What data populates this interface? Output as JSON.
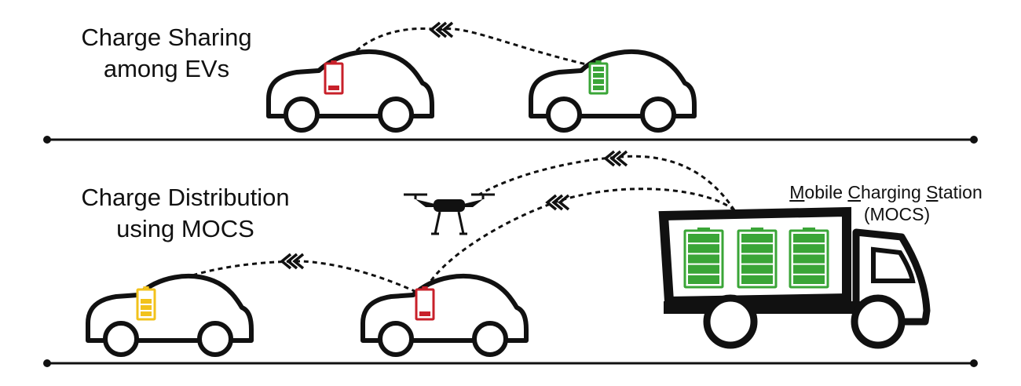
{
  "labels": {
    "sharing_line1": "Charge Sharing",
    "sharing_line2": "among EVs",
    "distribution_line1": "Charge Distribution",
    "distribution_line2": "using MOCS",
    "mocs_title": {
      "m_initial": "M",
      "m_rest": "obile ",
      "c_initial": "C",
      "c_rest": "harging ",
      "s_initial": "S",
      "s_rest": "tation"
    },
    "mocs_abbrev": "(MOCS)"
  },
  "colors": {
    "battery_low": "#c8202a",
    "battery_full": "#3aa537",
    "battery_medium": "#f2c21b",
    "outline": "#111111"
  },
  "batteries": {
    "top_left_car": {
      "level": 0.25,
      "status": "low"
    },
    "top_right_car": {
      "level": 1.0,
      "status": "full"
    },
    "bottom_left_car": {
      "level": 0.75,
      "status": "medium"
    },
    "bottom_right_car": {
      "level": 0.25,
      "status": "low"
    },
    "truck": {
      "count": 3,
      "level": 1.0,
      "status": "full"
    }
  },
  "icons": [
    "car-icon",
    "drone-icon",
    "truck-icon",
    "battery-icon",
    "double-chevron-arrow-icon",
    "road-line"
  ]
}
